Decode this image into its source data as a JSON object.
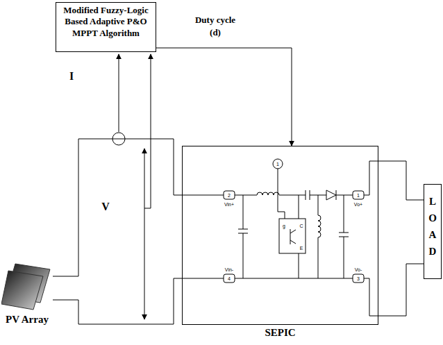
{
  "diagram": {
    "nodes": [
      {
        "text": [
          "Modified Fuzzy-Logic Based Adaptive P&O MPPT Algorithm"
        ]
      },
      {
        "text": [
          "SEPIC"
        ]
      },
      {
        "text": [
          "LOAD"
        ]
      },
      {
        "text": [
          "PV Array"
        ]
      }
    ],
    "edges": [
      {
        "from": 0,
        "to": 1,
        "arrow": "to",
        "label": "Duty cycle (d)"
      },
      {
        "from": 3,
        "to": 1,
        "arrow": "none"
      },
      {
        "from": 3,
        "to": 1,
        "arrow": "none"
      },
      {
        "from": 1,
        "to": 2,
        "arrow": "none"
      },
      {
        "from": 1,
        "to": 2,
        "arrow": "none"
      }
    ],
    "labels": [
      "I",
      "V",
      "2",
      "Vin+",
      "4",
      "Vin-",
      "1",
      "Vo+",
      "3",
      "Vo-",
      "1",
      "g",
      "C",
      "E"
    ]
  }
}
